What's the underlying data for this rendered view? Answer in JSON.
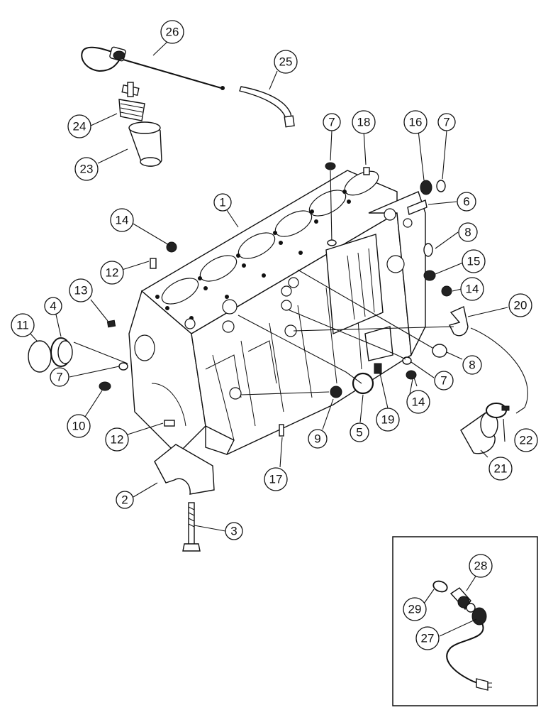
{
  "callouts": [
    {
      "id": "c1",
      "label": "1"
    },
    {
      "id": "c2",
      "label": "2"
    },
    {
      "id": "c3",
      "label": "3"
    },
    {
      "id": "c4",
      "label": "4"
    },
    {
      "id": "c5",
      "label": "5"
    },
    {
      "id": "c6",
      "label": "6"
    },
    {
      "id": "c7a",
      "label": "7"
    },
    {
      "id": "c7b",
      "label": "7"
    },
    {
      "id": "c7c",
      "label": "7"
    },
    {
      "id": "c7d",
      "label": "7"
    },
    {
      "id": "c8a",
      "label": "8"
    },
    {
      "id": "c8b",
      "label": "8"
    },
    {
      "id": "c9",
      "label": "9"
    },
    {
      "id": "c10",
      "label": "10"
    },
    {
      "id": "c11",
      "label": "11"
    },
    {
      "id": "c12a",
      "label": "12"
    },
    {
      "id": "c12b",
      "label": "12"
    },
    {
      "id": "c13",
      "label": "13"
    },
    {
      "id": "c14a",
      "label": "14"
    },
    {
      "id": "c14b",
      "label": "14"
    },
    {
      "id": "c14c",
      "label": "14"
    },
    {
      "id": "c15",
      "label": "15"
    },
    {
      "id": "c16",
      "label": "16"
    },
    {
      "id": "c17",
      "label": "17"
    },
    {
      "id": "c18",
      "label": "18"
    },
    {
      "id": "c19",
      "label": "19"
    },
    {
      "id": "c20",
      "label": "20"
    },
    {
      "id": "c21",
      "label": "21"
    },
    {
      "id": "c22",
      "label": "22"
    },
    {
      "id": "c23",
      "label": "23"
    },
    {
      "id": "c24",
      "label": "24"
    },
    {
      "id": "c25",
      "label": "25"
    },
    {
      "id": "c26",
      "label": "26"
    },
    {
      "id": "c27",
      "label": "27"
    },
    {
      "id": "c28",
      "label": "28"
    },
    {
      "id": "c29",
      "label": "29"
    }
  ]
}
